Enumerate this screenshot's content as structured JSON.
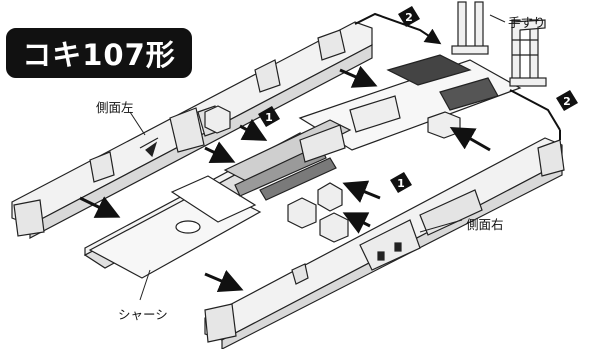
{
  "diagram": {
    "title": "コキ107形",
    "labels": {
      "handrail": "手すり",
      "left_side": "側面左",
      "right_side": "側面右",
      "chassis": "シャーシ"
    },
    "steps": {
      "step1a": "1",
      "step1b": "1",
      "step2a": "2",
      "step2b": "2"
    }
  }
}
